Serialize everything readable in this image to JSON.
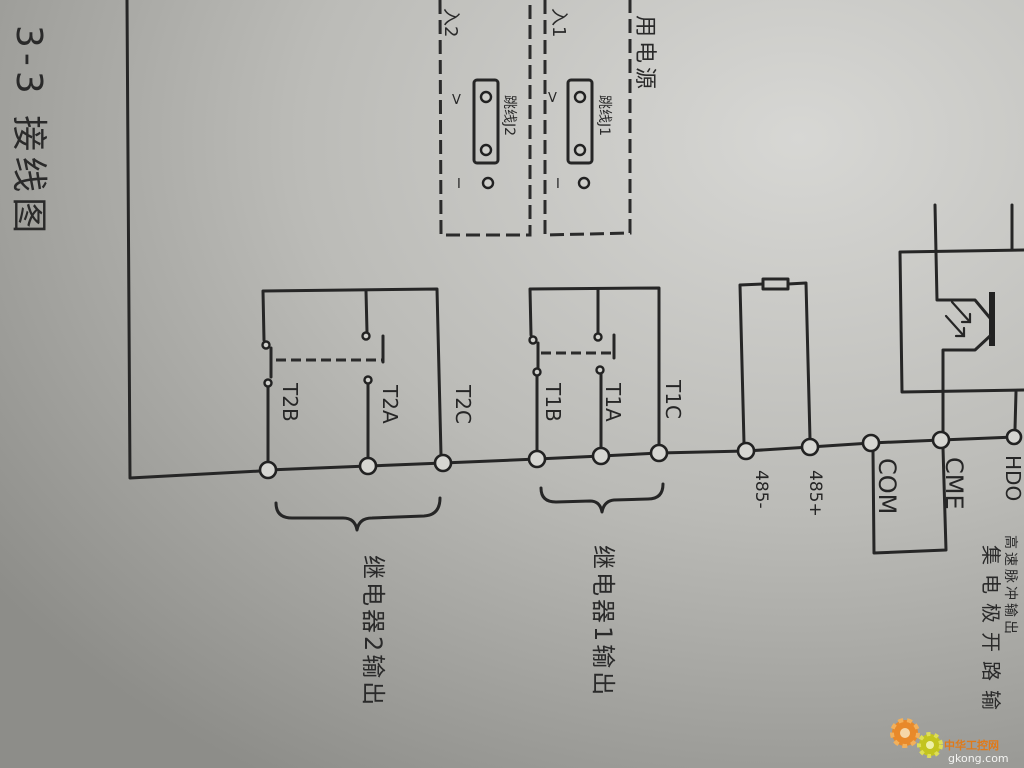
{
  "figure": {
    "caption": "3-3  接线图"
  },
  "power": {
    "label": "用电源"
  },
  "inputs": [
    {
      "label": "入2"
    },
    {
      "label": "入1"
    }
  ],
  "jumpers": [
    {
      "name": "跳线J2",
      "v": "V",
      "i": "I"
    },
    {
      "name": "跳线J1",
      "v": "V",
      "i": "I"
    }
  ],
  "terminals": [
    {
      "label": "T2B"
    },
    {
      "label": "T2A"
    },
    {
      "label": "T2C"
    },
    {
      "label": "T1B"
    },
    {
      "label": "T1A"
    },
    {
      "label": "T1C"
    },
    {
      "label": "485-"
    },
    {
      "label": "485+"
    },
    {
      "label": "COM"
    },
    {
      "label": "CME"
    },
    {
      "label": "HDO"
    }
  ],
  "groups": {
    "relay2": "继电器2输出",
    "relay1": "继电器1输出"
  },
  "outputs": {
    "high_speed": "高速脉冲输出",
    "open_collector": "集电极开路输"
  },
  "watermark": {
    "name": "中华工控网",
    "site": "gkong.com",
    "logo_icon": "gear-icon"
  }
}
